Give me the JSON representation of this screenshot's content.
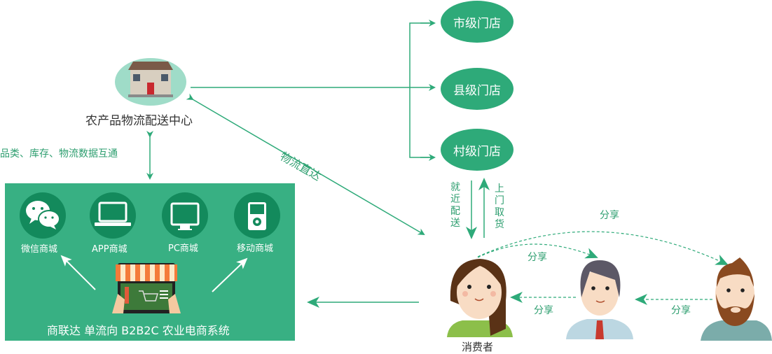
{
  "center": {
    "label": "农产品物流配送中心"
  },
  "data_sync_label": "品类、库存、物流数据互通",
  "direct_logistics_label": "物流直达",
  "stores": [
    {
      "label": "市级门店"
    },
    {
      "label": "县级门店"
    },
    {
      "label": "村级门店"
    }
  ],
  "delivery": {
    "nearby": "就近配送",
    "pickup": "上门取货"
  },
  "platform": {
    "title": "商联达 单流向 B2B2C 农业电商系统",
    "channels": [
      {
        "label": "微信商城",
        "icon": "wechat-icon"
      },
      {
        "label": "APP商城",
        "icon": "laptop-icon"
      },
      {
        "label": "PC商城",
        "icon": "monitor-icon"
      },
      {
        "label": "移动商城",
        "icon": "mobile-player-icon"
      }
    ]
  },
  "consumers": {
    "label": "消费者",
    "share_labels": [
      "分享",
      "分享",
      "分享",
      "分享"
    ]
  },
  "colors": {
    "green": "#2eaa79",
    "dark_green": "#138a5c",
    "box": "#38b083",
    "house_bg": "#9fdcc8",
    "text_green": "#2d9e6f"
  }
}
